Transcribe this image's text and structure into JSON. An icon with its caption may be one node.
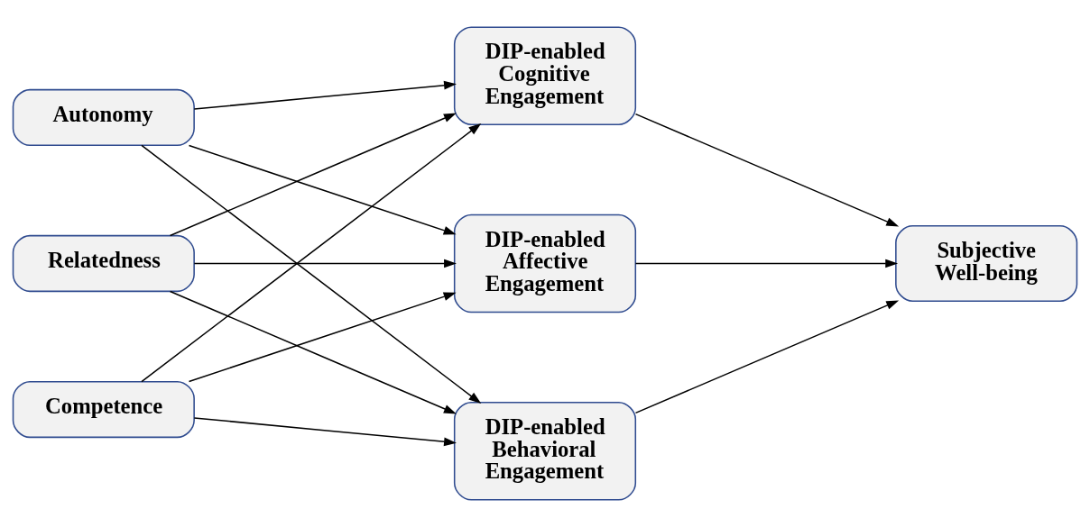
{
  "diagram": {
    "nodes": [
      {
        "text": [
          "Autonomy"
        ]
      },
      {
        "text": [
          "Relatedness"
        ]
      },
      {
        "text": [
          "Competence"
        ]
      },
      {
        "text": [
          "DIP-enabled Cognitive Engagement"
        ]
      },
      {
        "text": [
          "DIP-enabled Affective Engagement"
        ]
      },
      {
        "text": [
          "DIP-enabled Behavioral Engagement"
        ]
      },
      {
        "text": [
          "Subjective Well-being"
        ]
      }
    ],
    "edges": [
      {
        "from": 0,
        "to": 3,
        "arrow": "to"
      },
      {
        "from": 0,
        "to": 4,
        "arrow": "to"
      },
      {
        "from": 0,
        "to": 5,
        "arrow": "to"
      },
      {
        "from": 1,
        "to": 3,
        "arrow": "to"
      },
      {
        "from": 1,
        "to": 4,
        "arrow": "to"
      },
      {
        "from": 1,
        "to": 5,
        "arrow": "to"
      },
      {
        "from": 2,
        "to": 3,
        "arrow": "to"
      },
      {
        "from": 2,
        "to": 4,
        "arrow": "to"
      },
      {
        "from": 2,
        "to": 5,
        "arrow": "to"
      },
      {
        "from": 3,
        "to": 6,
        "arrow": "to"
      },
      {
        "from": 4,
        "to": 6,
        "arrow": "to"
      },
      {
        "from": 5,
        "to": 6,
        "arrow": "to"
      }
    ]
  }
}
